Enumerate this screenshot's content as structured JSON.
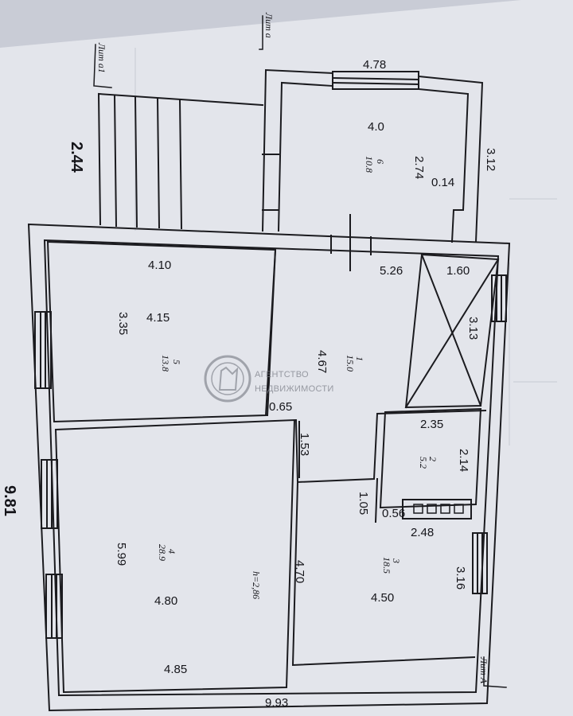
{
  "plan": {
    "wall_color": "#1b1b1f",
    "paper_color": "#e3e5eb",
    "shadow_color": "#a9adb8",
    "overall": {
      "length": "9.81",
      "width": "9.93"
    },
    "porch": {
      "width": "2.44"
    },
    "annex": {
      "width": "4.78",
      "depth": "3.12",
      "inner_depth": "2.74",
      "inner_width": "4.0",
      "offset": "0.14",
      "label": "Лит а"
    },
    "annex_a1": {
      "label": "Лит а1"
    },
    "main_label": "Лит А",
    "ceiling_height": "h=2,86",
    "rooms": [
      {
        "num": "6",
        "area": "10.8"
      },
      {
        "num": "5",
        "area": "13.8",
        "dims": [
          "4.10",
          "4.15",
          "3.35"
        ]
      },
      {
        "num": "1",
        "area": "15.0",
        "dims": [
          "5.26",
          "4.67"
        ]
      },
      {
        "num": "2",
        "area": "5.2",
        "dims": [
          "2.35",
          "2.14"
        ]
      },
      {
        "num": "3",
        "area": "18.5",
        "dims": [
          "2.48",
          "3.16",
          "4.50",
          "4.70"
        ]
      },
      {
        "num": "4",
        "area": "28.9",
        "dims": [
          "5.99",
          "4.80",
          "4.85"
        ]
      }
    ],
    "stair": {
      "dims": [
        "1.60",
        "3.13"
      ]
    },
    "misc_dims": {
      "d065": "0.65",
      "d153": "1.53",
      "d105": "1.05",
      "d056": "0.56"
    }
  },
  "watermark": {
    "line1": "АГЕНТСТВО",
    "line2": "НЕДВИЖИМОСТИ",
    "icon": "hand-ok-icon"
  }
}
